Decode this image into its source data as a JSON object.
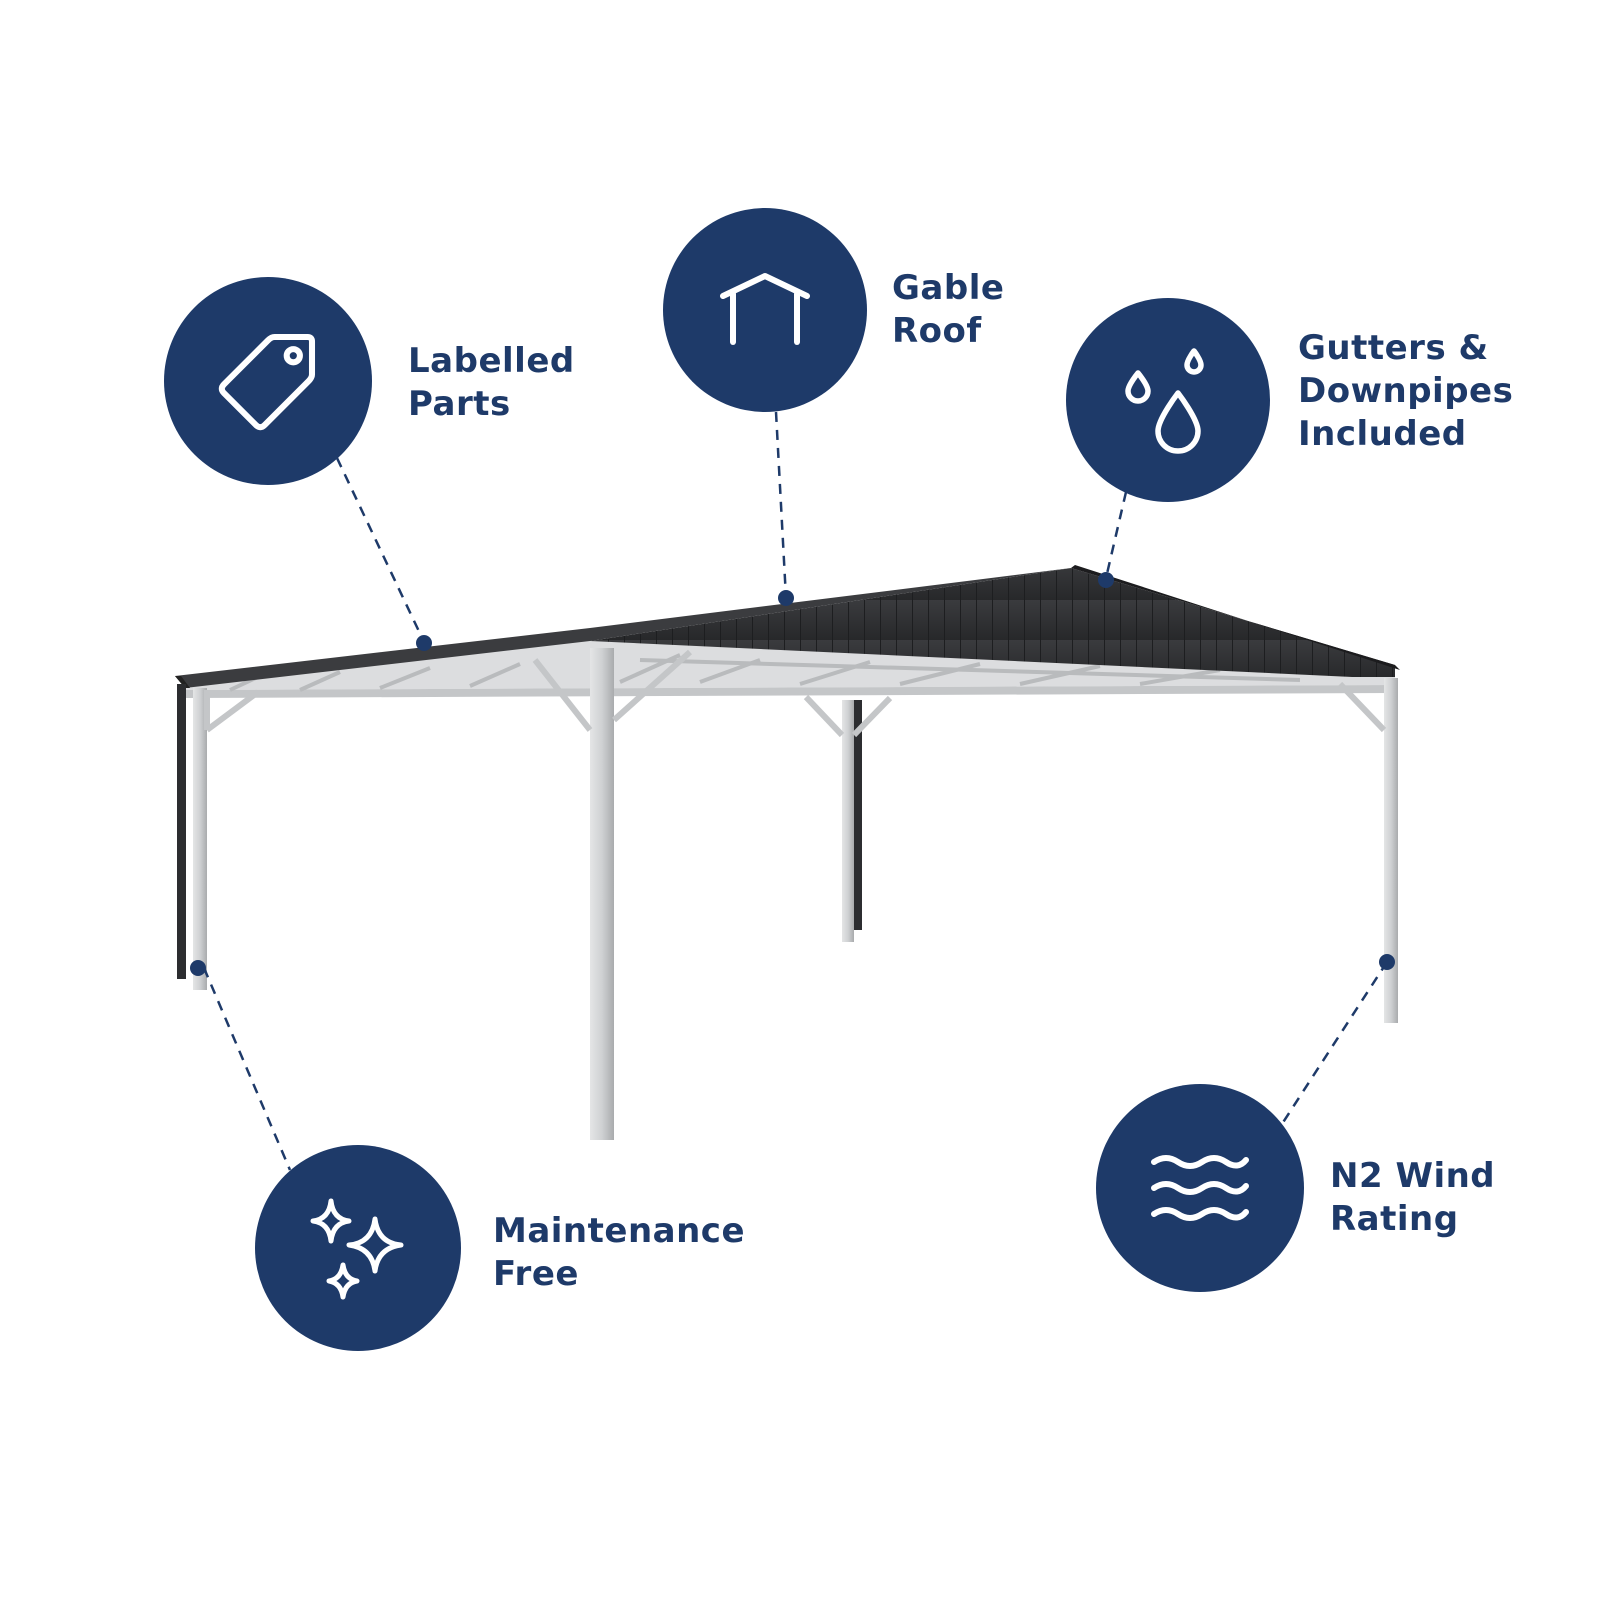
{
  "colors": {
    "brand_navy": "#1e3a69",
    "roof_dark": "#2f3033",
    "post_silver": "#c9cbcd",
    "background": "#ffffff"
  },
  "features": [
    {
      "id": "labelled-parts",
      "icon": "price-tag-icon",
      "lines": [
        "Labelled",
        "Parts"
      ]
    },
    {
      "id": "gable-roof",
      "icon": "house-roof-icon",
      "lines": [
        "Gable",
        "Roof"
      ]
    },
    {
      "id": "gutters-downpipes",
      "icon": "water-drops-icon",
      "lines": [
        "Gutters &",
        "Downpipes",
        "Included"
      ]
    },
    {
      "id": "maintenance-free",
      "icon": "sparkles-icon",
      "lines": [
        "Maintenance",
        "Free"
      ]
    },
    {
      "id": "wind-rating",
      "icon": "wind-waves-icon",
      "lines": [
        "N2 Wind",
        "Rating"
      ]
    }
  ]
}
